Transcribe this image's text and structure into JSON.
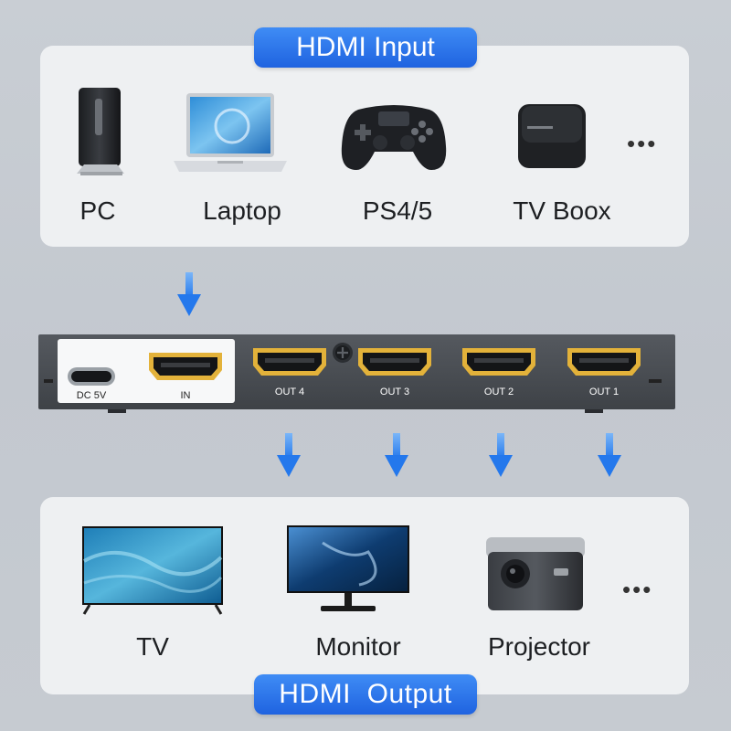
{
  "input": {
    "title": "HDMI Input",
    "devices": [
      {
        "label": "PC",
        "icon": "pc-tower-icon"
      },
      {
        "label": "Laptop",
        "icon": "laptop-icon"
      },
      {
        "label": "PS4/5",
        "icon": "gamepad-icon"
      },
      {
        "label": "TV Boox",
        "icon": "tv-box-icon"
      }
    ],
    "more": "•••"
  },
  "switch": {
    "dc_label": "DC 5V",
    "in_label": "IN",
    "outputs": [
      "OUT 4",
      "OUT 3",
      "OUT 2",
      "OUT 1"
    ]
  },
  "output": {
    "title": "HDMI  Output",
    "devices": [
      {
        "label": "TV",
        "icon": "tv-icon"
      },
      {
        "label": "Monitor",
        "icon": "monitor-icon"
      },
      {
        "label": "Projector",
        "icon": "projector-icon"
      }
    ],
    "more": "•••"
  },
  "colors": {
    "accent": "#2a74ec",
    "arrow": "#2f86f0",
    "hdmi_gold": "#e3b23a",
    "switch_body": "#474b50"
  }
}
